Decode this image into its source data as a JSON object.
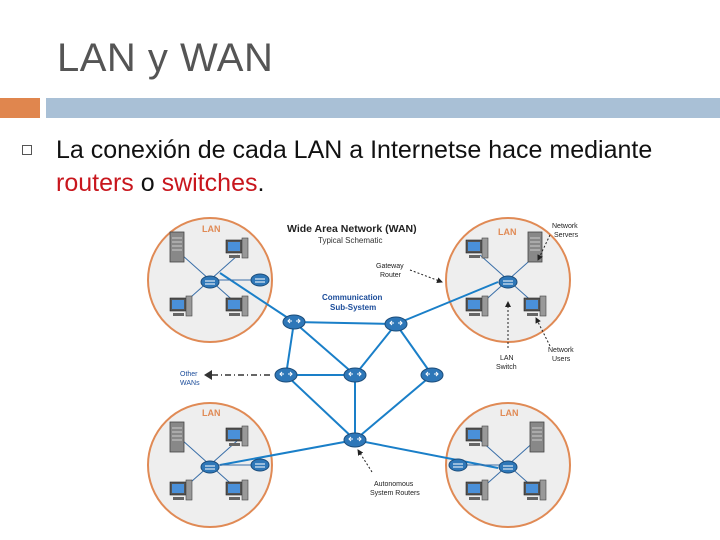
{
  "slide": {
    "title": "LAN y WAN",
    "text_part1": "La conexión de cada LAN a Internetse hace mediante ",
    "routers": "routers",
    "o": " o ",
    "switches": "switches",
    "period": "."
  },
  "colors": {
    "accent": "#E0864E",
    "bar": "#A9C0D6",
    "highlight": "#C8161D",
    "lan_circle_fill": "#EEEEEE",
    "lan_circle_stroke": "#E08A55",
    "router": "#2E77B8",
    "network_line": "#3A6FA8",
    "wan_link": "#1A7FC8"
  },
  "diagram": {
    "title": "Wide Area Network (WAN)",
    "subtitle": "Typical Schematic",
    "comm_subsystem_1": "Communication",
    "comm_subsystem_2": "Sub-System",
    "lan_tl": "LAN",
    "lan_tr": "LAN",
    "lan_bl": "LAN",
    "lan_br": "LAN",
    "gateway_router_1": "Gateway",
    "gateway_router_2": "Router",
    "network_servers_1": "Network",
    "network_servers_2": "Servers",
    "network_users_1": "Network",
    "network_users_2": "Users",
    "lan_switch_1": "LAN",
    "lan_switch_2": "Switch",
    "other_wans_1": "Other",
    "other_wans_2": "WANs",
    "as_routers_1": "Autonomous",
    "as_routers_2": "System Routers"
  }
}
